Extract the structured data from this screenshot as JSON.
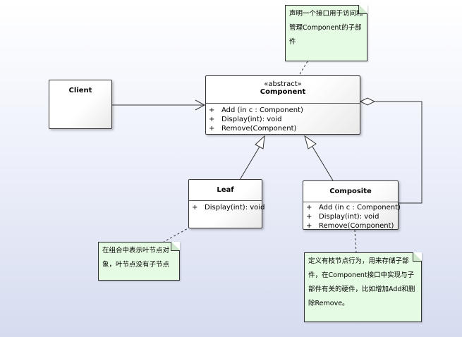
{
  "diagram": {
    "classes": {
      "client": {
        "name": "Client"
      },
      "component": {
        "stereotype": "«abstract»",
        "name": "Component",
        "operations": [
          {
            "visibility": "+",
            "signature": "Add (in c : Component)"
          },
          {
            "visibility": "+",
            "signature": "Display(int): void"
          },
          {
            "visibility": "+",
            "signature": "Remove(Component)"
          }
        ]
      },
      "leaf": {
        "name": "Leaf",
        "operations": [
          {
            "visibility": "+",
            "signature": "Display(int): void"
          }
        ]
      },
      "composite": {
        "name": "Composite",
        "operations": [
          {
            "visibility": "+",
            "signature": "Add (in c : Component)"
          },
          {
            "visibility": "+",
            "signature": "Display(int): void"
          },
          {
            "visibility": "+",
            "signature": "Remove(Component)"
          }
        ]
      }
    },
    "notes": {
      "component": "声明一个接口用于访问和管理Component的子部件",
      "leaf": "在组合中表示叶节点对象，叶节点没有子节点",
      "composite": "定义有枝节点行为，用来存储子部件，在Component接口中实现与子部件有关的硬件，比如增加Add和删除Remove。"
    },
    "colors": {
      "note_fill": "#e6fbe4",
      "line": "#333333"
    }
  }
}
